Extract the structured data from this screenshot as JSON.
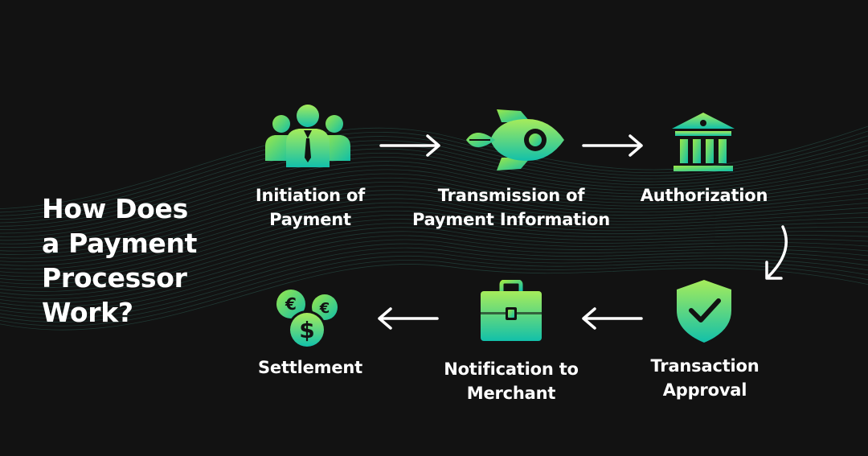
{
  "title": {
    "lines": [
      "How Does",
      "a Payment",
      "Processor",
      "Work?"
    ]
  },
  "steps": [
    {
      "id": "initiation",
      "icon": "people-icon",
      "lines": [
        "Initiation of",
        "Payment"
      ]
    },
    {
      "id": "transmission",
      "icon": "rocket-icon",
      "lines": [
        "Transmission of",
        "Payment Information"
      ]
    },
    {
      "id": "authorization",
      "icon": "bank-icon",
      "lines": [
        "Authorization"
      ]
    },
    {
      "id": "approval",
      "icon": "shield-check-icon",
      "lines": [
        "Transaction",
        "Approval"
      ]
    },
    {
      "id": "notification",
      "icon": "briefcase-icon",
      "lines": [
        "Notification to",
        "Merchant"
      ]
    },
    {
      "id": "settlement",
      "icon": "coins-icon",
      "lines": [
        "Settlement"
      ]
    }
  ],
  "colors": {
    "background": "#121212",
    "text": "#ffffff",
    "gradient_start": "#8be04e",
    "gradient_end": "#13c2a6",
    "wave": "#2a5a50"
  }
}
